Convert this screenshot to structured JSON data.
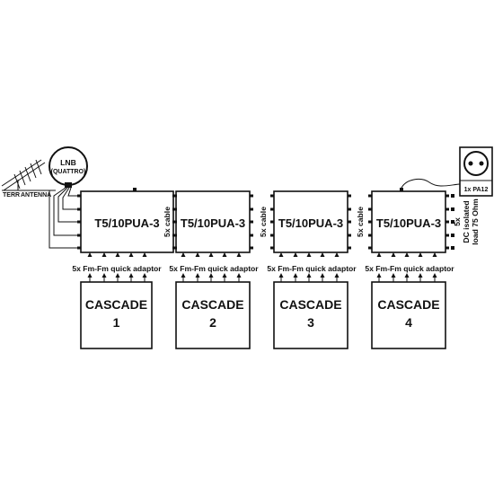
{
  "lnb": {
    "title": "LNB",
    "subtitle": "(QUATTRO)"
  },
  "antenna": {
    "left_label": "TERR",
    "right_label": "ANTENNA"
  },
  "multiswitches": [
    {
      "label": "T5/10PUA-3"
    },
    {
      "label": "T5/10PUA-3"
    },
    {
      "label": "T5/10PUA-3"
    },
    {
      "label": "T5/10PUA-3"
    }
  ],
  "links": {
    "cable": "5x cable"
  },
  "adaptor_label": "5x Fm-Fm quick adaptor",
  "cascades": [
    {
      "title": "CASCADE",
      "number": "1"
    },
    {
      "title": "CASCADE",
      "number": "2"
    },
    {
      "title": "CASCADE",
      "number": "3"
    },
    {
      "title": "CASCADE",
      "number": "4"
    }
  ],
  "power_supply": {
    "label": "1x PA12"
  },
  "termination": {
    "line1": "5x",
    "line2": "DC isolated",
    "line3": "load 75 Ohm"
  }
}
